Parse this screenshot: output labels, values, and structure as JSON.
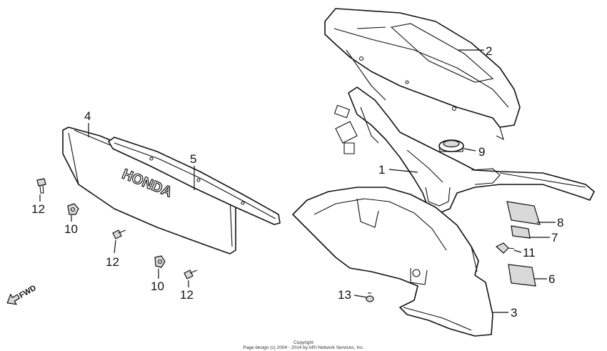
{
  "callouts": {
    "p1": "1",
    "p2": "2",
    "p3": "3",
    "p4": "4",
    "p5": "5",
    "p6": "6",
    "p7": "7",
    "p8": "8",
    "p9": "9",
    "p10a": "10",
    "p10b": "10",
    "p11": "11",
    "p12a": "12",
    "p12b": "12",
    "p12c": "12",
    "p13": "13"
  },
  "emblem_text": "HONDA",
  "fwd_label": "FWD",
  "copyright": {
    "line1": "Copyright",
    "line2": "Page design (c) 2004 - 2014 by ARI Network Services, Inc."
  }
}
